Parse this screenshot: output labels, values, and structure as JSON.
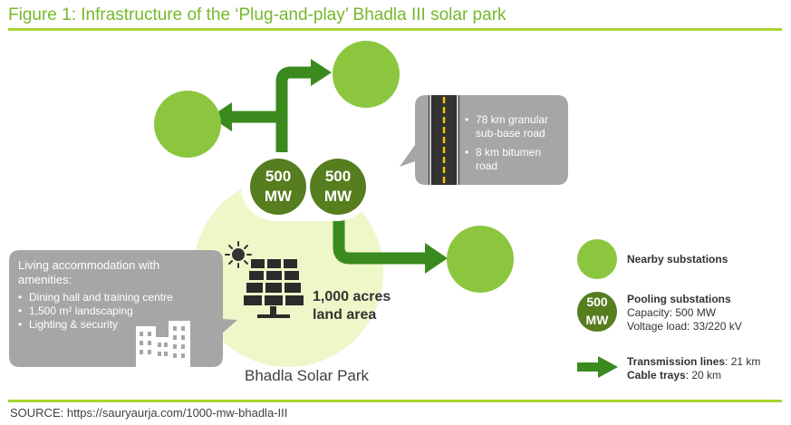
{
  "title": "Figure 1: Infrastructure of the ‘Plug-and-play’ Bhadla III solar park",
  "source": "SOURCE: https://sauryaurja.com/1000-mw-bhadla-III",
  "park_name": "Bhadla Solar Park",
  "land_area": [
    "1,000 acres",
    "land area"
  ],
  "pooling_substations": [
    {
      "line1": "500",
      "line2": "MW"
    },
    {
      "line1": "500",
      "line2": "MW"
    }
  ],
  "road_callout": [
    {
      "line1": "78 km granular",
      "line2": "sub-base road"
    },
    {
      "line1": "8 km bitumen",
      "line2": "road"
    }
  ],
  "living_callout": {
    "heading_line1": "Living accommodation with",
    "heading_line2": "amenities:",
    "items": [
      "Dining hall and training centre",
      "1,500 m² landscaping",
      "Lighting & security"
    ]
  },
  "legend": {
    "nearby": {
      "label": "Nearby substations"
    },
    "pooling": {
      "icon_line1": "500",
      "icon_line2": "MW",
      "title": "Pooling substations",
      "line1": "Capacity: 500 MW",
      "line2": "Voltage load: 33/220 kV"
    },
    "transmission": {
      "line1_bold": "Transmission lines",
      "line1_rest": ": 21 km",
      "line2_bold": "Cable trays",
      "line2_rest": ": 20 km"
    }
  },
  "colors": {
    "accent_green": "#76b82a",
    "substation_green": "#8cc63f",
    "pooling_dark_green": "#567d1e",
    "arrow_green": "#3a8a1e",
    "park_pale_green": "#eef7c8",
    "callout_gray": "#a6a6a6"
  }
}
